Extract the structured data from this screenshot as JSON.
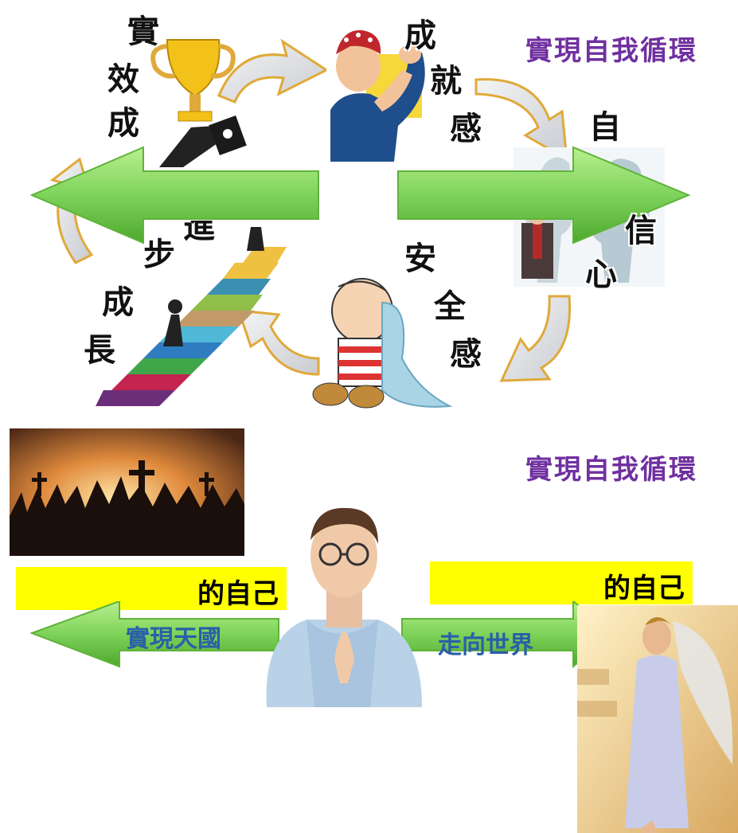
{
  "top_diagram": {
    "title": "實現自我循環",
    "stages": {
      "effectiveness": [
        "實",
        "效",
        "成"
      ],
      "achievement": [
        "成",
        "就",
        "感"
      ],
      "confidence_top": [
        "自"
      ],
      "confidence_bottom": [
        "信",
        "心"
      ],
      "security": [
        "安",
        "全",
        "感"
      ],
      "growth_steps": [
        "步",
        "成",
        "長"
      ],
      "growth_partial": "進"
    }
  },
  "bottom_diagram": {
    "title": "實現自我循環",
    "left_bar_label": "的自己",
    "right_bar_label": "的自己",
    "left_arrow_label": "實現天國",
    "right_arrow_label": "走向世界"
  },
  "colors": {
    "title": "#7030a0",
    "arrow_green": "#7ed35a",
    "bar_yellow": "#ffff00",
    "arrow_text": "#2a5fa8"
  }
}
